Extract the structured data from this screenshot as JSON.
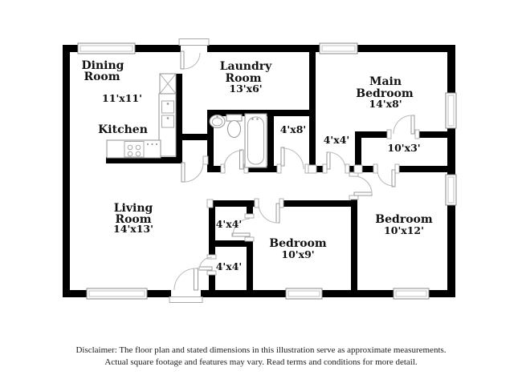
{
  "rooms": {
    "dining": {
      "name": [
        "Dining",
        "Room"
      ],
      "dims": "11'x11'"
    },
    "kitchen": {
      "name": [
        "Kitchen"
      ]
    },
    "laundry": {
      "name": [
        "Laundry",
        "Room"
      ],
      "dims": "13'x6'"
    },
    "main_bedroom": {
      "name": [
        "Main",
        "Bedroom"
      ],
      "dims": "14'x8'"
    },
    "hall": {
      "dims": "4'x8'"
    },
    "entry_nook": {
      "dims": "4'x4'"
    },
    "main_closet": {
      "dims": "10'x3'"
    },
    "living": {
      "name": [
        "Living",
        "Room"
      ],
      "dims": "14'x13'"
    },
    "closet_top": {
      "dims": "4'x4'"
    },
    "closet_bottom": {
      "dims": "4'x4'"
    },
    "bedroom_2": {
      "name": [
        "Bedroom"
      ],
      "dims": "10'x9'"
    },
    "bedroom_3": {
      "name": [
        "Bedroom"
      ],
      "dims": "10'x12'"
    }
  },
  "disclaimer": {
    "line1": "Disclaimer: The floor plan and stated dimensions in this illustration serve as approximate measurements.",
    "line2": "Actual square footage and features may vary. Read terms and conditions for more detail."
  },
  "colors": {
    "wall": "#000000",
    "label_text": "#111111",
    "fixture_outline": "#9a9a9a",
    "door_arc": "#bdbdbd",
    "background": "#ffffff"
  }
}
